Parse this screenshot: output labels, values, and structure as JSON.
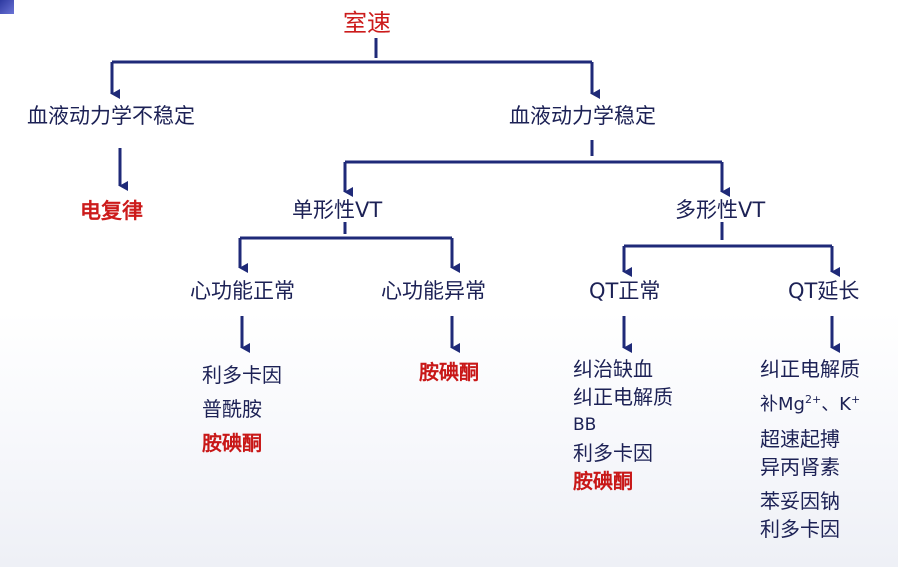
{
  "root": "室速",
  "unstable": {
    "label": "血液动力学不稳定",
    "action": "电复律"
  },
  "stable": {
    "label": "血液动力学稳定",
    "mono": {
      "label": "单形性VT",
      "normal_fn": {
        "label": "心功能正常",
        "treatments": [
          "利多卡因",
          "普酰胺",
          "胺碘酮"
        ]
      },
      "abnormal_fn": {
        "label": "心功能异常",
        "treatments": [
          "胺碘酮"
        ]
      }
    },
    "poly": {
      "label": "多形性VT",
      "qt_normal": {
        "label": "QT正常",
        "treatments": [
          "纠治缺血",
          "纠正电解质",
          "BB",
          "利多卡因",
          "胺碘酮"
        ]
      },
      "qt_long": {
        "label": "QT延长",
        "treatments": [
          "纠正电解质",
          "补Mg",
          "2+",
          "、K",
          "+",
          "超速起搏",
          "异丙肾素",
          "苯妥因钠",
          "利多卡因"
        ]
      }
    }
  },
  "colors": {
    "line": "#1f2a78",
    "text": "#1c2155",
    "highlight": "#cc1b1b"
  }
}
